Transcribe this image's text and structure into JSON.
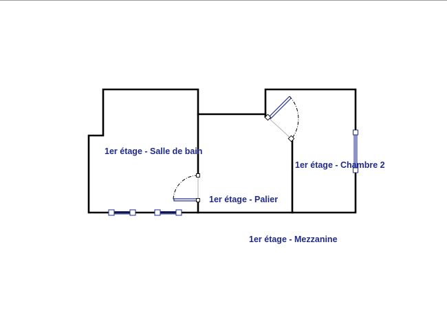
{
  "rooms": {
    "salle_de_bain": "1er étage - Salle de bain",
    "palier": "1er étage - Palier",
    "chambre_2": "1er étage - Chambre 2",
    "mezzanine": "1er étage - Mezzanine"
  },
  "colors": {
    "label": "#1f2a8c",
    "wall": "#000000",
    "background": "#ffffff"
  }
}
